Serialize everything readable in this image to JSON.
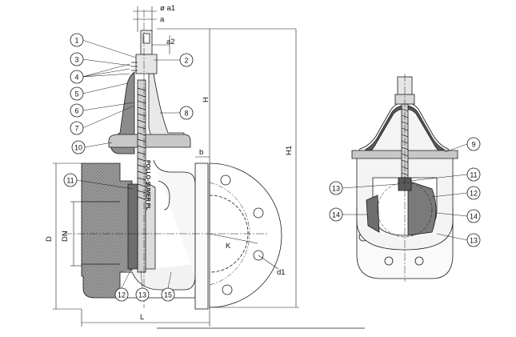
{
  "dimensions": {
    "a1": "ø a1",
    "a": "a",
    "a2": "a2",
    "H": "H",
    "H1": "H1",
    "b": "b",
    "D": "D",
    "DN": "DN",
    "K": "K",
    "d1": "d1",
    "L": "L"
  },
  "casting_text": "POLLO-SUMER PL",
  "callouts_left": [
    "1",
    "2",
    "3",
    "4",
    "5",
    "6",
    "7",
    "8",
    "10",
    "11",
    "12",
    "13",
    "15"
  ],
  "callouts_right": [
    "9",
    "11",
    "12",
    "13",
    "13",
    "14",
    "14"
  ],
  "colors": {
    "line": "#1a1a1a",
    "cast_fill": "#8c8c8c",
    "cast_dark": "#5a5a5a",
    "wedge_fill": "#6e6e6e",
    "background": "#ffffff"
  }
}
